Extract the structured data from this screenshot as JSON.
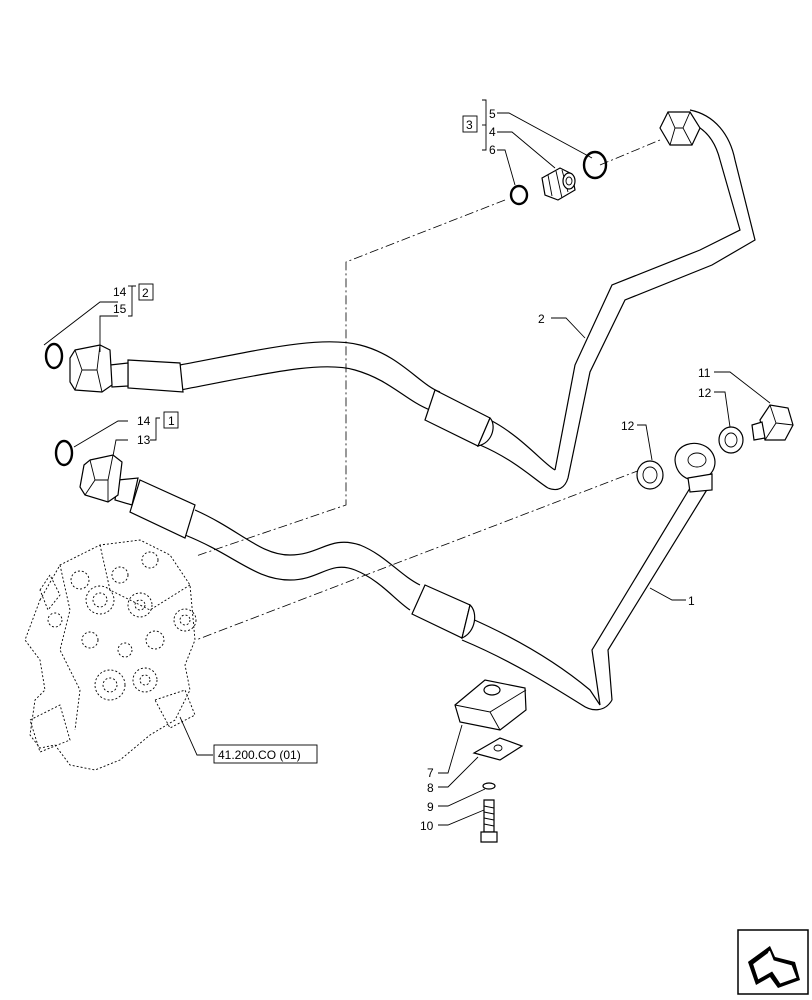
{
  "callouts": {
    "c1": "1",
    "c2": "2",
    "c4": "4",
    "c5": "5",
    "c6": "6",
    "c7": "7",
    "c8": "8",
    "c9": "9",
    "c10": "10",
    "c11": "11",
    "c12a": "12",
    "c12b": "12",
    "c13": "13",
    "c14a": "14",
    "c14b": "14",
    "c15": "15"
  },
  "kits": {
    "k1": "1",
    "k2": "2",
    "k3": "3"
  },
  "reference": "41.200.CO (01)"
}
